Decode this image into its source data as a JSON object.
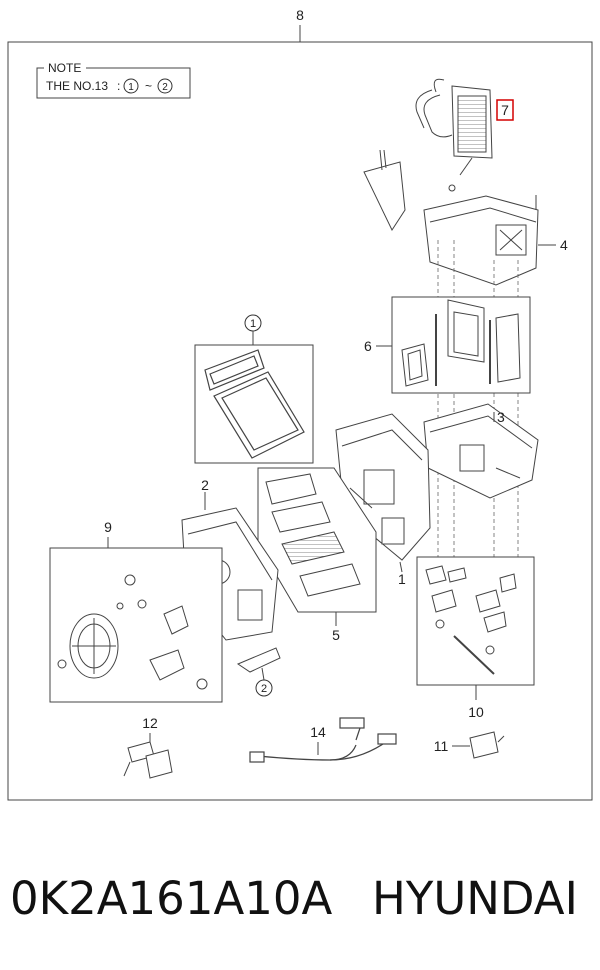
{
  "note": {
    "title": "NOTE",
    "prefix": "THE NO.13",
    "sep": ":",
    "from": "1",
    "tilde": "~",
    "to": "2"
  },
  "callouts": {
    "assembly": "8",
    "heater_core": "7",
    "upper_case": "4",
    "door_set": "6",
    "mid_case": "3",
    "seal_a": "1",
    "left_case": "2",
    "filters": "5",
    "actuator": "9",
    "linkage": "10",
    "bracket_1": "1",
    "bracket_2": "2",
    "sensor": "12",
    "harness": "14",
    "resistor": "11"
  },
  "caption": {
    "part_number": "0K2A161A10A",
    "brand": "HYUNDAI"
  },
  "colors": {
    "line": "#444444",
    "highlight": "#d40000",
    "background": "#ffffff"
  }
}
